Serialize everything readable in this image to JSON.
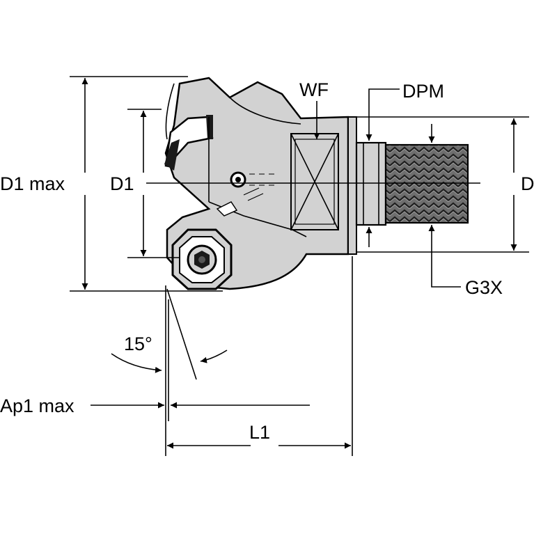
{
  "labels": {
    "d1_max": "D1 max",
    "d1": "D1",
    "wf": "WF",
    "dpm": "DPM",
    "d_right": "D",
    "g3x": "G3X",
    "angle": "15°",
    "ap1_max": "Ap1 max",
    "l1": "L1"
  },
  "colors": {
    "body_fill": "#d2d2d2",
    "thread_fill": "#5a5a5a",
    "outline": "#000000"
  },
  "icons": {
    "dimension_arrows": "arrowhead",
    "insert": "hexagon-insert",
    "thread": "threaded-shank"
  }
}
